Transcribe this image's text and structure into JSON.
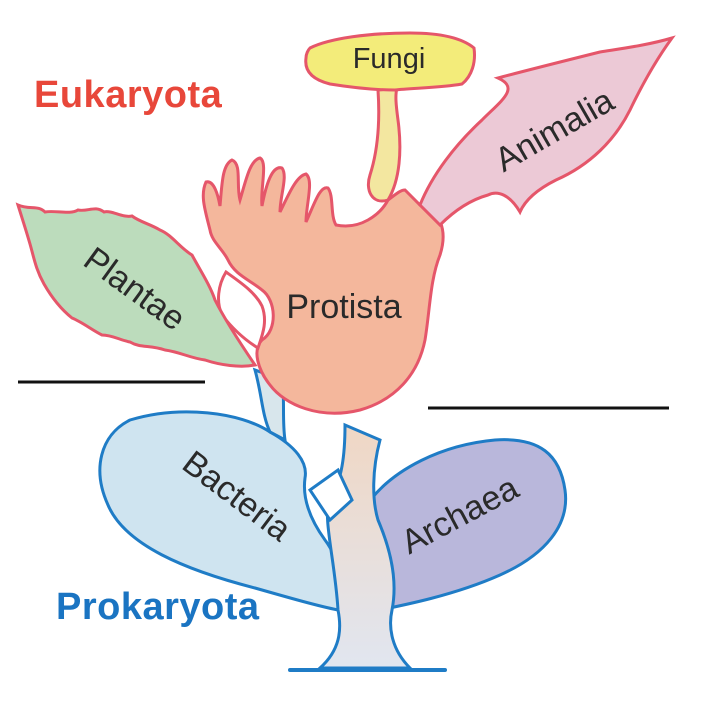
{
  "domains": {
    "eukaryota": {
      "label": "Eukaryota",
      "color": "#e8473a"
    },
    "prokaryota": {
      "label": "Prokaryota",
      "color": "#1a74c2"
    }
  },
  "groups": {
    "fungi": {
      "label": "Fungi",
      "fill": "#f3ec7a"
    },
    "animalia": {
      "label": "Animalia",
      "fill": "#ecc9d6"
    },
    "plantae": {
      "label": "Plantae",
      "fill": "#bcdcbc"
    },
    "protista": {
      "label": "Protista",
      "fill": "#f4b79c"
    },
    "bacteria": {
      "label": "Bacteria",
      "fill": "#cfe4f0"
    },
    "archaea": {
      "label": "Archaea",
      "fill": "#b9b7db"
    }
  },
  "outline_colors": {
    "eukaryota": "#e5566a",
    "prokaryota": "#1f7cc6"
  }
}
